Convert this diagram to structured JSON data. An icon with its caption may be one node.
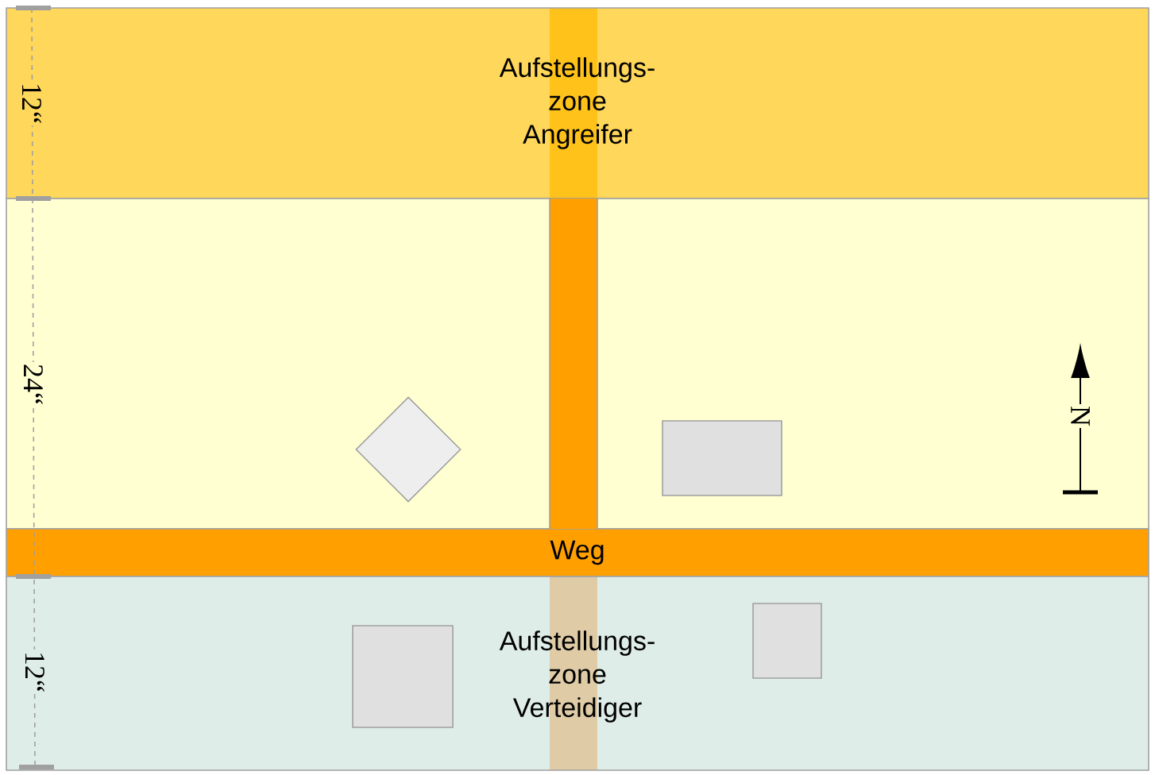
{
  "diagram": {
    "nodes": [
      {
        "text": [
          "Aufstellungs- zone Angreifer"
        ]
      },
      {
        "text": [],
        "shape": "box"
      },
      {
        "text": [],
        "shape": "bar",
        "in": 1
      },
      {
        "text": [],
        "shape": "diamond",
        "in": 1
      },
      {
        "text": [],
        "shape": "box",
        "in": 1
      },
      {
        "text": [
          "Weg"
        ]
      },
      {
        "text": [
          "Aufstellungs- zone Verteidiger"
        ]
      },
      {
        "text": [],
        "shape": "box",
        "in": 6
      },
      {
        "text": [],
        "shape": "box",
        "in": 6
      }
    ],
    "labels": [
      "12“",
      "24“",
      "12“",
      "N"
    ]
  }
}
